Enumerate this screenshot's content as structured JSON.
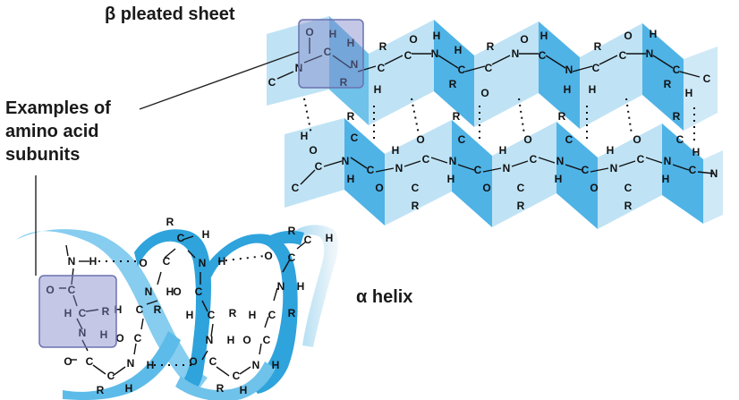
{
  "labels": {
    "beta_sheet": "β pleated sheet",
    "examples_line1": "Examples of",
    "examples_line2": "amino acid",
    "examples_line3": "subunits",
    "alpha_helix": "α helix"
  },
  "atoms": {
    "C": "C",
    "N": "N",
    "O": "O",
    "H": "H",
    "R": "R"
  },
  "colors": {
    "sheet_light": "#bfe3f5",
    "sheet_dark": "#4fb3e6",
    "helix_light": "#a9dcf3",
    "helix_dark": "#2ea3dc",
    "highlight_box": "#7d86c8",
    "text": "#1a1a1a"
  }
}
